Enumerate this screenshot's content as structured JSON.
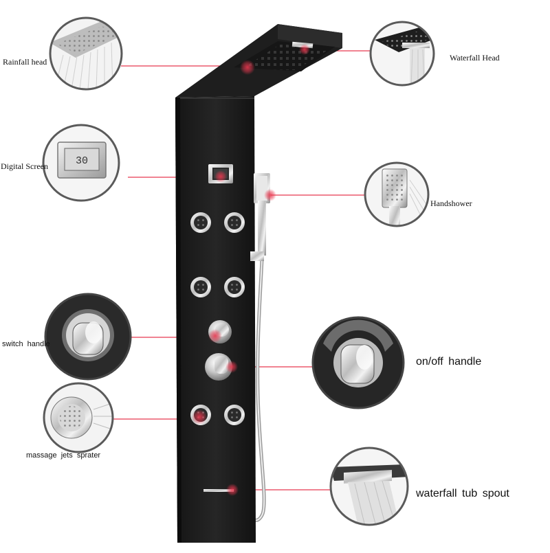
{
  "product": {
    "name": "shower panel",
    "finish": "matte black",
    "accent_color": "#e8384f",
    "panel_color": "#1c1c1c",
    "chrome_color": "#d8d8d8"
  },
  "display": {
    "reading": "30"
  },
  "features": [
    {
      "id": "rainfall",
      "label": "Rainfall head",
      "icon": "rainfall-head-icon"
    },
    {
      "id": "waterfall",
      "label": "Waterfall Head",
      "icon": "waterfall-head-icon"
    },
    {
      "id": "digital",
      "label": "Digital Screen",
      "icon": "digital-screen-icon"
    },
    {
      "id": "hand",
      "label": "Handshower",
      "icon": "handshower-icon"
    },
    {
      "id": "switch",
      "label": "switch  handle",
      "icon": "switch-handle-icon"
    },
    {
      "id": "onoff",
      "label": "on/off  handle",
      "icon": "onoff-handle-icon"
    },
    {
      "id": "jets",
      "label": "massage  jets  sprater",
      "icon": "massage-jet-icon"
    },
    {
      "id": "spout",
      "label": "waterfall  tub  spout",
      "icon": "tub-spout-icon"
    }
  ]
}
